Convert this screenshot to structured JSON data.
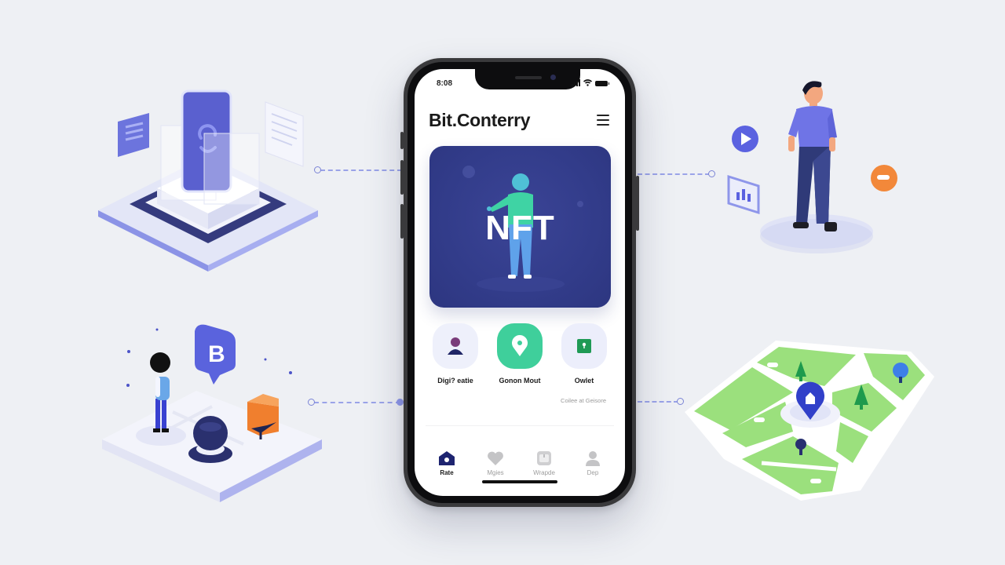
{
  "scene": {
    "background": "#eef0f4",
    "accent": "#5b63d8",
    "accent_dark": "#2f3888"
  },
  "phone": {
    "status_bar": {
      "time": "8:08",
      "icons": [
        "signal-icon",
        "wifi-icon",
        "battery-icon"
      ]
    },
    "header": {
      "title": "Bit.Conterry",
      "menu_icon": "hamburger-menu-icon"
    },
    "hero_card": {
      "label": "NFT",
      "background": "#323c8a",
      "illustration": "standing-person"
    },
    "actions": [
      {
        "label": "Digi? eatie",
        "icon": "user-avatar-icon",
        "tile_color": "#eef0fb"
      },
      {
        "label": "Gonon Mout",
        "icon": "location-pin-icon",
        "tile_color": "#3fcf9b"
      },
      {
        "label": "Owlet",
        "icon": "green-card-icon",
        "tile_color": "#eceefb"
      }
    ],
    "footnote": "Coilee at Geisore",
    "tab_bar": {
      "active_index": 0,
      "items": [
        {
          "label": "Rate",
          "icon": "home-icon"
        },
        {
          "label": "Mgies",
          "icon": "heart-icon"
        },
        {
          "label": "Wrapde",
          "icon": "box-icon"
        },
        {
          "label": "Dep",
          "icon": "person-icon"
        }
      ]
    }
  },
  "illustrations": {
    "top_left": "isometric-phone-pedestal",
    "top_right": "standing-man-with-floating-icons",
    "bottom_left": "isometric-platform-with-b-badge",
    "bottom_right": "isometric-city-map-with-pin",
    "badge_letter": "B"
  }
}
